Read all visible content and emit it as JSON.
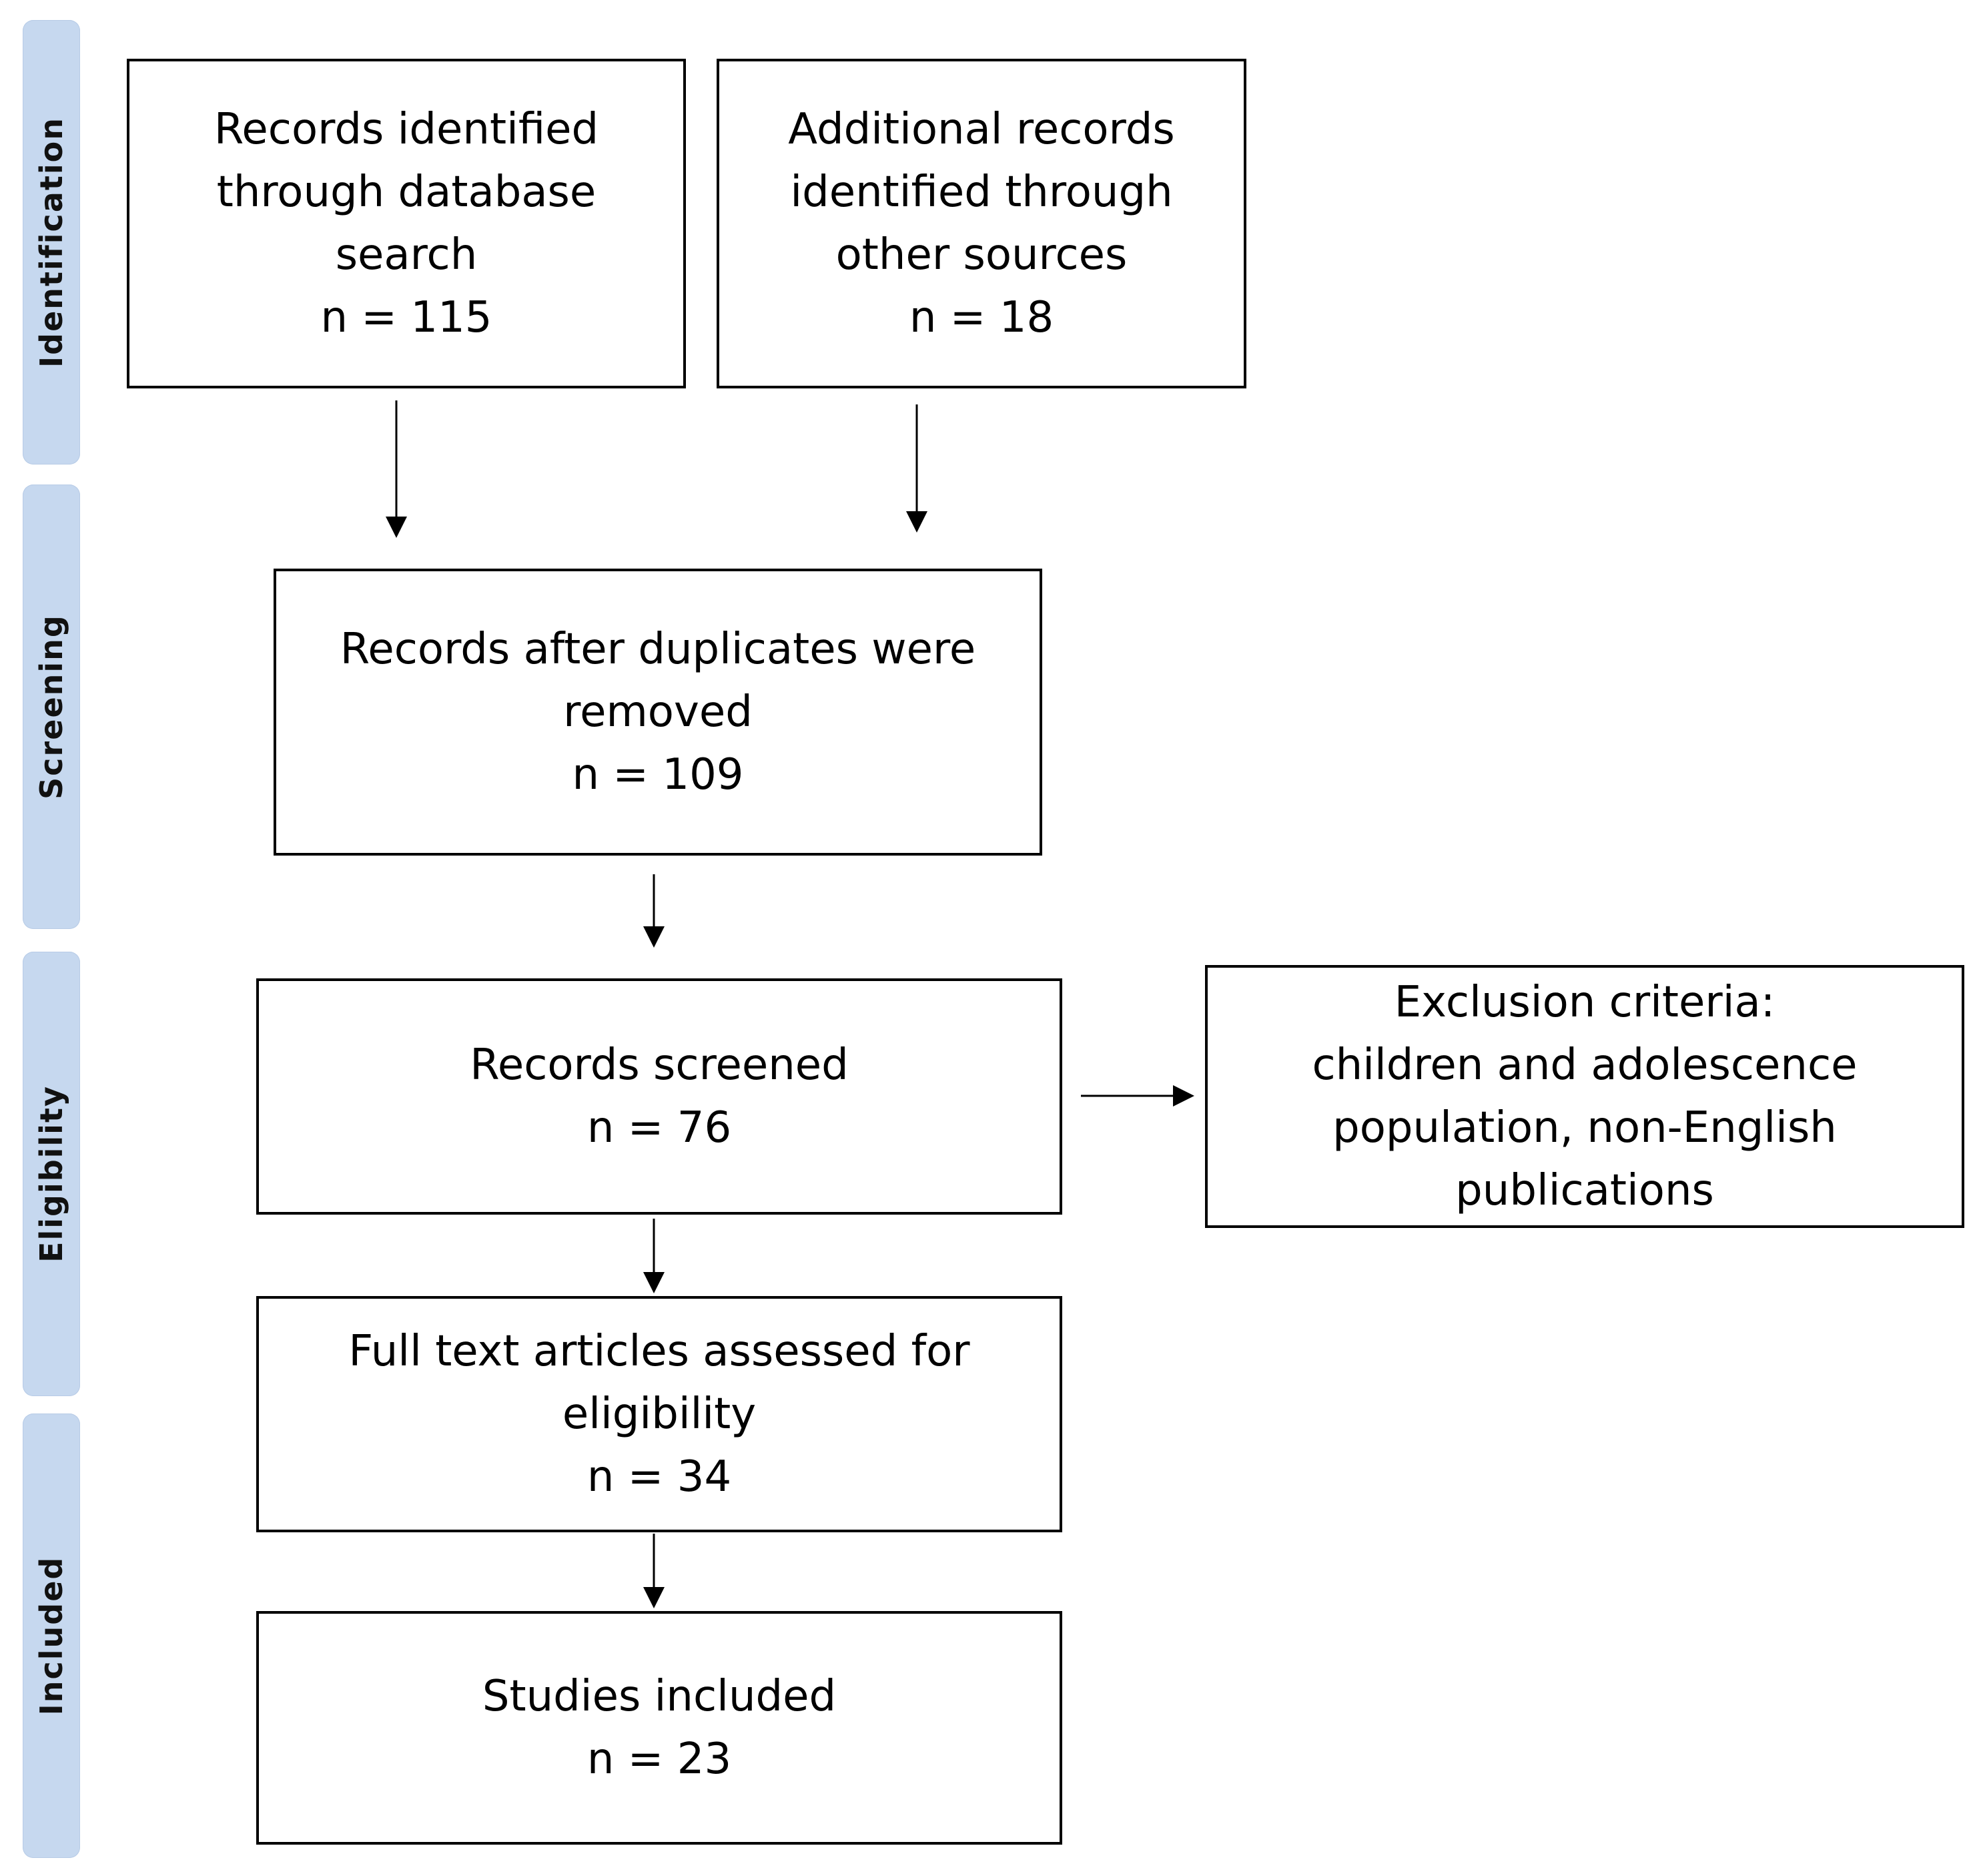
{
  "stages": [
    {
      "id": "identification",
      "label": "Identification"
    },
    {
      "id": "screening",
      "label": "Screening"
    },
    {
      "id": "eligibility",
      "label": "Eligibility"
    },
    {
      "id": "included",
      "label": "Included"
    }
  ],
  "boxes": {
    "database_search": {
      "lines": [
        "Records identified",
        "through database",
        "search"
      ],
      "count": "n = 115"
    },
    "other_sources": {
      "lines": [
        "Additional records",
        "identified through",
        "other sources"
      ],
      "count": "n = 18"
    },
    "after_duplicates": {
      "lines": [
        "Records after duplicates were",
        "removed"
      ],
      "count": "n = 109"
    },
    "screened": {
      "lines": [
        "Records screened"
      ],
      "count": "n = 76"
    },
    "exclusion": {
      "lines": [
        "Exclusion criteria:",
        "children and adolescence",
        "population, non-English",
        "publications"
      ]
    },
    "full_text": {
      "lines": [
        "Full text articles assessed for",
        "eligibility"
      ],
      "count": "n = 34"
    },
    "included": {
      "lines": [
        "Studies included"
      ],
      "count": "n = 23"
    }
  },
  "colors": {
    "stage_bar": "#c6d8ef",
    "border": "#000000"
  }
}
